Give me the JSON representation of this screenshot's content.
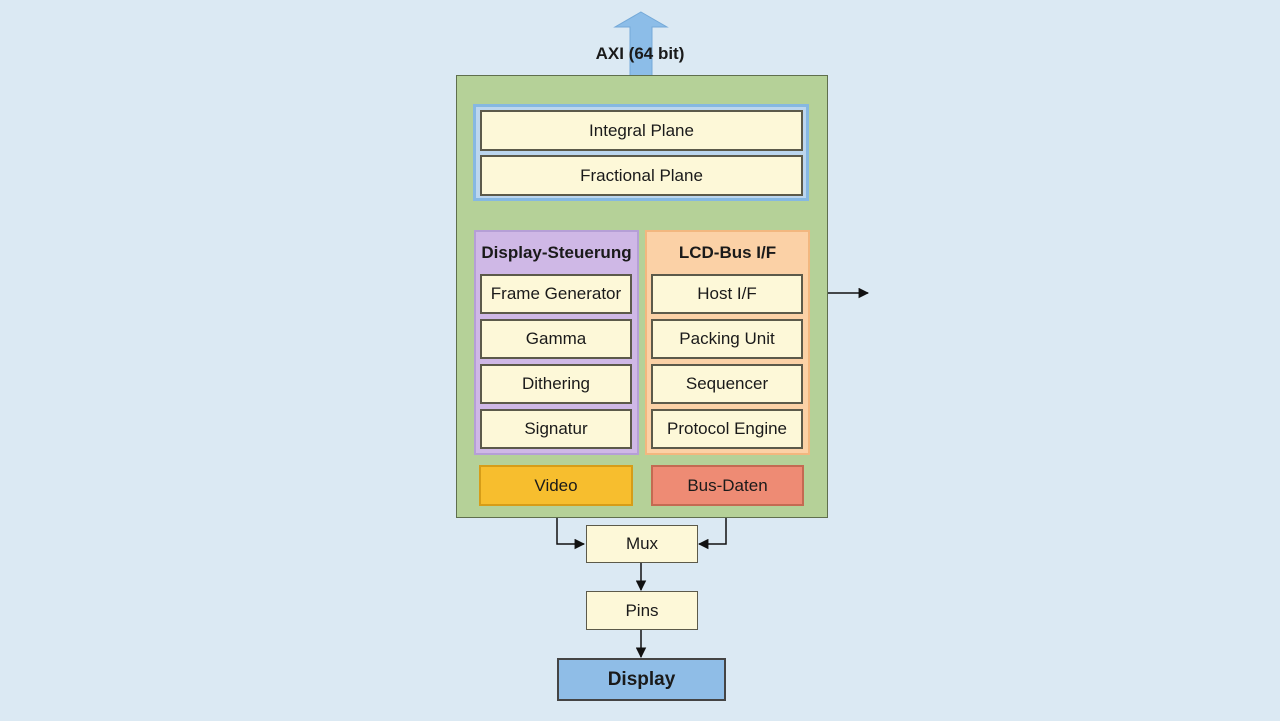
{
  "axi": {
    "label": "AXI (64 bit)"
  },
  "planes": {
    "integral": "Integral Plane",
    "fractional": "Fractional Plane"
  },
  "display_steuerung": {
    "title": "Display-Steuerung",
    "items": [
      "Frame Generator",
      "Gamma",
      "Dithering",
      "Signatur"
    ]
  },
  "lcd_bus": {
    "title": "LCD-Bus I/F",
    "items": [
      "Host I/F",
      "Packing Unit",
      "Sequencer",
      "Protocol Engine"
    ]
  },
  "outputs": {
    "video": "Video",
    "bus_daten": "Bus-Daten"
  },
  "mux": "Mux",
  "pins": "Pins",
  "display": "Display",
  "colors": {
    "background": "#dbe9f3",
    "outer_block": "#b5d198",
    "planes_frame": "#86b8e2",
    "display_steuerung": "#cfb8e6",
    "lcd_bus": "#fbd1a6",
    "video": "#f7be2e",
    "bus_daten": "#ee8b74",
    "display": "#8fbde7",
    "axi_arrow": "#8cbde8"
  }
}
